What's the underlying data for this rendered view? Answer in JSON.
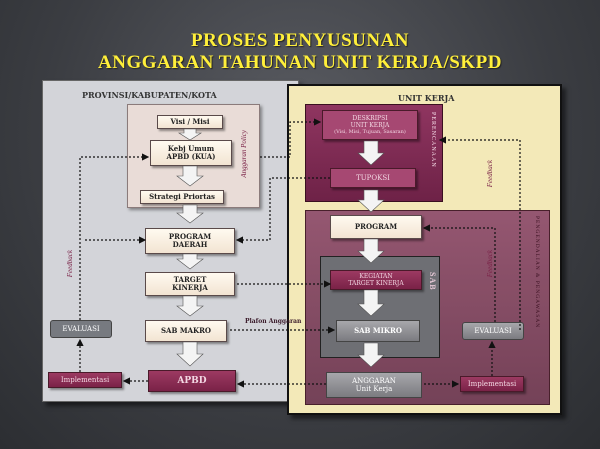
{
  "title": {
    "line1": "PROSES PENYUSUNAN",
    "line2": "ANGGARAN TAHUNAN UNIT KERJA/SKPD"
  },
  "left_panel": {
    "label": "PROVINSI/KABUPATEN/KOTA",
    "visi_misi": "Visi / Misi",
    "kebijakan_line1": "Kebj Umum",
    "kebijakan_line2": "APBD (KUA)",
    "strategi": "Strategi Priortas",
    "program_line1": "PROGRAM",
    "program_line2": "DAERAH",
    "target_line1": "TARGET",
    "target_line2": "KINERJA",
    "sab_makro": "SAB MAKRO",
    "evaluasi": "EVALUASI",
    "implementasi": "Implementasi",
    "apbd": "APBD",
    "anggaran_policy": "Anggaran Policy",
    "feedback": "Feedback"
  },
  "flow_labels": {
    "plafon": "Plafon Anggaran"
  },
  "right_panel": {
    "label": "UNIT KERJA",
    "deskripsi_line1": "DESKRIPSI",
    "deskripsi_line2": "UNIT KERJA",
    "deskripsi_line3": "(Visi, Misi, Tujuan, Sasaran)",
    "tupoksi": "TUPOKSI",
    "perencanaan": "PERENCANAAN",
    "program": "PROGRAM",
    "kegiatan_line1": "KEGIATAN",
    "kegiatan_line2": "TARGET KINERJA",
    "sab": "SAB",
    "sab_mikro": "SAB MIKRO",
    "anggaran_line1": "ANGGARAN",
    "anggaran_line2": "Unit Kerja",
    "evaluasi": "EVALUASI",
    "implementasi": "Implementasi",
    "pengendalian": "PENGENDALIAN & PENGAWASAN",
    "feedback_top": "Feedback",
    "feedback_bottom": "Feedback"
  },
  "colors": {
    "title": "#ffef3a",
    "wine": "#7a2247",
    "left_panel_bg": "#d3d4d9",
    "right_panel_bg": "#f3e9b8"
  }
}
